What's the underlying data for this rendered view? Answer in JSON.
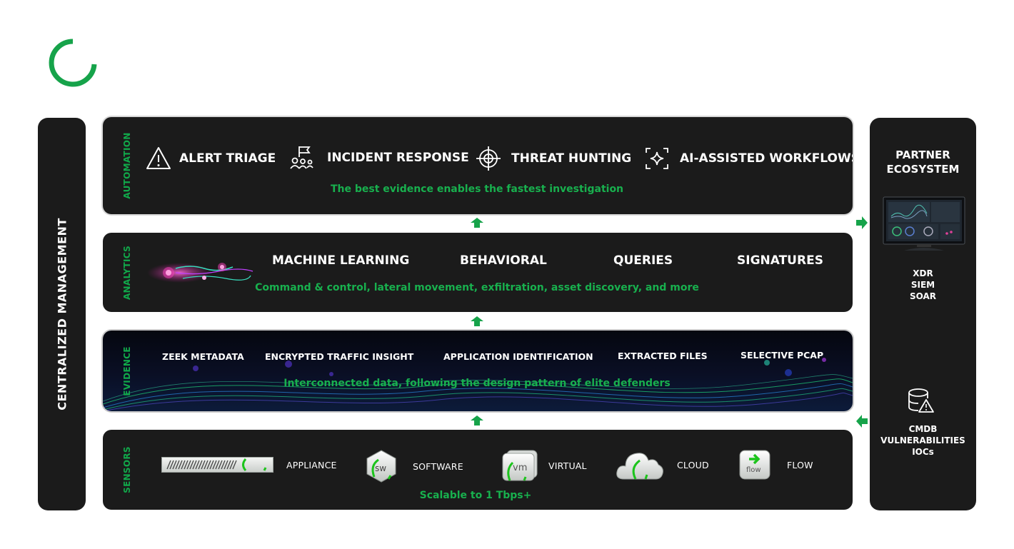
{
  "brand": {
    "accent": "#16a34a",
    "logo_icon": "open-ring-logo"
  },
  "left_bar": {
    "label": "CENTRALIZED MANAGEMENT"
  },
  "layers": {
    "automation": {
      "label": "AUTOMATION",
      "items": [
        {
          "icon": "warning-triangle-icon",
          "label": "ALERT TRIAGE"
        },
        {
          "icon": "team-flag-icon",
          "label": "INCIDENT RESPONSE"
        },
        {
          "icon": "crosshair-icon",
          "label": "THREAT HUNTING"
        },
        {
          "icon": "ai-sparkle-icon",
          "label": "AI-ASSISTED WORKFLOWS"
        }
      ],
      "subtitle": "The best evidence enables the fastest investigation"
    },
    "analytics": {
      "label": "ANALYTICS",
      "items": [
        "MACHINE LEARNING",
        "BEHAVIORAL",
        "QUERIES",
        "SIGNATURES"
      ],
      "subtitle": "Command & control, lateral movement, exfiltration, asset discovery, and more"
    },
    "evidence": {
      "label": "EVIDENCE",
      "items": [
        "ZEEK METADATA",
        "ENCRYPTED TRAFFIC INSIGHT",
        "APPLICATION IDENTIFICATION",
        "EXTRACTED FILES",
        "SELECTIVE PCAP"
      ],
      "subtitle": "Interconnected data, following the design pattern of elite defenders"
    },
    "sensors": {
      "label": "SENSORS",
      "items": [
        {
          "icon": "appliance-icon",
          "label": "APPLIANCE"
        },
        {
          "icon": "software-hex-icon",
          "label": "SOFTWARE",
          "badge": "sw"
        },
        {
          "icon": "virtual-machine-icon",
          "label": "VIRTUAL",
          "badge": "vm"
        },
        {
          "icon": "cloud-icon",
          "label": "CLOUD"
        },
        {
          "icon": "flow-icon",
          "label": "FLOW",
          "badge": "flow"
        }
      ],
      "subtitle": "Scalable to 1 Tbps+"
    }
  },
  "partner": {
    "title_line1": "PARTNER",
    "title_line2": "ECOSYSTEM",
    "outputs": [
      "XDR",
      "SIEM",
      "SOAR"
    ],
    "inputs": [
      "CMDB",
      "VULNERABILITIES",
      "IOCs"
    ]
  }
}
